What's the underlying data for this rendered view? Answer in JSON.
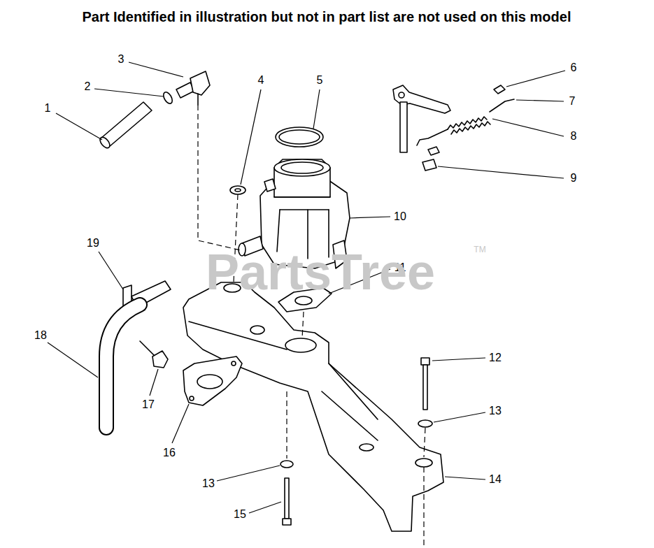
{
  "diagram": {
    "title": "Part Identified in illustration but not in part list are not used on this model",
    "labels": [
      "1",
      "2",
      "3",
      "4",
      "5",
      "6",
      "7",
      "8",
      "9",
      "10",
      "11",
      "12",
      "13",
      "14",
      "15",
      "16",
      "17",
      "18",
      "19",
      "13",
      "PartsTree",
      "TM"
    ]
  }
}
